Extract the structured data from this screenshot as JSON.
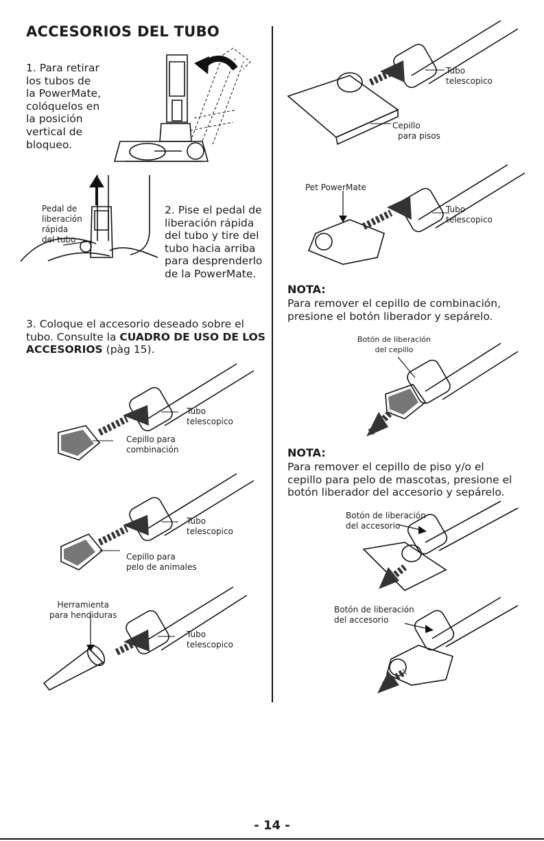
{
  "title": "ACCESORIOS DEL TUBO",
  "step1": {
    "number": "1.",
    "lines": [
      "Para retirar",
      "los tubos de",
      "la PowerMate,",
      "colóquelos en",
      "la posición",
      "vertical de",
      "bloqueo."
    ]
  },
  "step2": {
    "number": "2.",
    "lines": [
      "Pise el pedal de",
      "liberación rápida",
      "del tubo y tire del",
      "tubo hacia arriba",
      "para desprenderlo",
      "de la PowerMate."
    ],
    "callout": [
      "Pedal de",
      "liberación",
      "rápida",
      "del tubo"
    ]
  },
  "step3": {
    "number": "3.",
    "line1": "Coloque el accesorio deseado sobre el",
    "line2_a": "tubo. Consulte la ",
    "line2_b": "CUADRO DE USO DE LOS",
    "line3_a": "ACCESORIOS",
    "line3_b": " (pàg 15)."
  },
  "labels": {
    "tube": [
      "Tubo",
      "telescopico"
    ],
    "combo_brush": [
      "Cepillo para",
      "combinación"
    ],
    "pet_brush": [
      "Cepillo para",
      "pelo de animales"
    ],
    "crevice": [
      "Herramienta",
      "para hendiduras"
    ],
    "floor_brush": [
      "Cepillo",
      "para pisos"
    ],
    "pet_powermate": "Pet PowerMate",
    "brush_release": [
      "Botón de liberación",
      "del cepillo"
    ],
    "accessory_release": [
      "Botón de liberación",
      "del accesorio"
    ]
  },
  "nota1": {
    "title": "NOTA:",
    "lines": [
      "Para remover el cepillo de combinación,",
      "presione el botón liberador y sepárelo."
    ]
  },
  "nota2": {
    "title": "NOTA:",
    "lines": [
      "Para remover el cepillo de piso y/o el",
      "cepillo para pelo de mascotas, presione el",
      "botón liberador del accesorio y sepárelo."
    ]
  },
  "page_number": "- 14 -"
}
